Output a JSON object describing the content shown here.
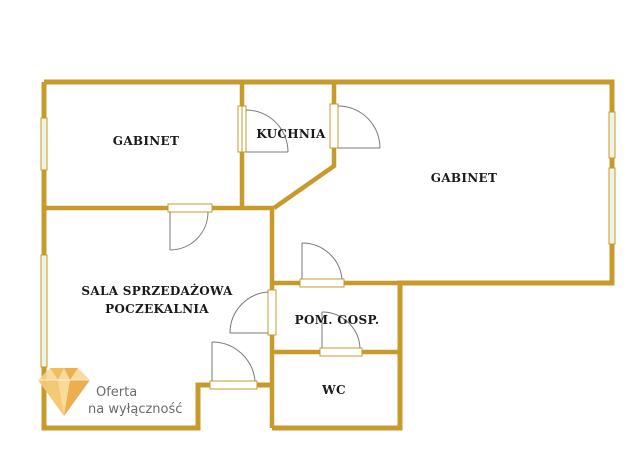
{
  "rooms": {
    "gabinet_left": "GABINET",
    "kuchnia": "KUCHNIA",
    "gabinet_right": "GABINET",
    "sala_line1": "SALA SPRZEDAŻOWA",
    "sala_line2": "POCZEKALNIA",
    "pom_gosp": "POM. GOSP.",
    "wc": "WC"
  },
  "logo": {
    "line1": "Oferta",
    "line2": "na wyłączność"
  },
  "colors": {
    "wall": "#c79a2b",
    "window": "#f2f2e2",
    "door_line": "#7a7a7a"
  },
  "icons": {
    "logo": "diamond-icon"
  }
}
